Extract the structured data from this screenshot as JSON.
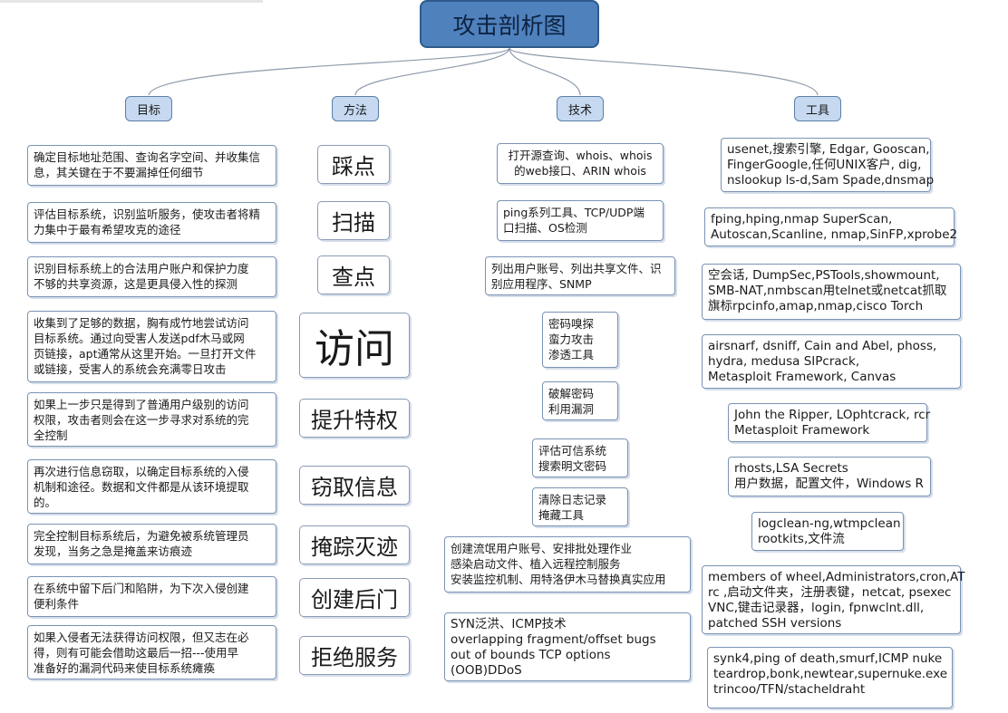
{
  "title": "攻击剖析图",
  "headers": {
    "goal": "目标",
    "method": "方法",
    "tech": "技术",
    "tool": "工具"
  },
  "goals": [
    [
      "确定目标地址范围、查询名字空间、并收集信",
      "息，其关键在于不要漏掉任何细节"
    ],
    [
      "评估目标系统，识别监听服务，使攻击者将精",
      "力集中于最有希望攻克的途径"
    ],
    [
      "识别目标系统上的合法用户账户和保护力度",
      "不够的共享资源，这是更具侵入性的探测"
    ],
    [
      "收集到了足够的数据，胸有成竹地尝试访问",
      "目标系统。通过向受害人发送pdf木马或网",
      "页链接，apt通常从这里开始。一旦打开文件",
      "或链接，受害人的系统会充满零日攻击"
    ],
    [
      "如果上一步只是得到了普通用户级别的访问",
      "权限，攻击者则会在这一步寻求对系统的完",
      "全控制"
    ],
    [
      "再次进行信息窃取，以确定目标系统的入侵",
      "机制和途径。数据和文件都是从该环境提取",
      "的。"
    ],
    [
      "完全控制目标系统后，为避免被系统管理员",
      "发现，当务之急是掩盖来访痕迹"
    ],
    [
      "在系统中留下后门和陷阱，为下次入侵创建",
      "便利条件"
    ],
    [
      "如果入侵者无法获得访问权限，但又志在必",
      "得，则有可能会借助这最后一招---使用早",
      "准备好的漏洞代码来使目标系统瘫痪"
    ]
  ],
  "methods": [
    "踩点",
    "扫描",
    "查点",
    "访问",
    "提升特权",
    "窃取信息",
    "掩踪灭迹",
    "创建后门",
    "拒绝服务"
  ],
  "techniques": [
    [
      "打开源查询、whois、whois",
      "的web接口、ARIN whois"
    ],
    [
      "ping系列工具、TCP/UDP端",
      "口扫描、OS检测"
    ],
    [
      "列出用户账号、列出共享文件、识",
      "别应用程序、SNMP"
    ],
    [
      "密码嗅探",
      "蛮力攻击",
      "渗透工具"
    ],
    [
      "破解密码",
      "利用漏洞"
    ],
    [
      "评估可信系统",
      "搜索明文密码"
    ],
    [
      "清除日志记录",
      "掩藏工具"
    ],
    [
      "创建流氓用户账号、安排批处理作业",
      "感染启动文件、植入远程控制服务",
      "安装监控机制、用特洛伊木马替换真实应用"
    ],
    [
      "SYN泛洪、ICMP技术",
      "overlapping fragment/offset bugs",
      "out of bounds TCP options",
      "(OOB)DDoS"
    ]
  ],
  "tools": [
    [
      "usenet,搜索引擎, Edgar, Gooscan,",
      "FingerGoogle,任何UNIX客户, dig,",
      "nslookup ls-d,Sam Spade,dnsmap"
    ],
    [
      "fping,hping,nmap SuperScan,",
      "Autoscan,Scanline, nmap,SinFP,xprobe2"
    ],
    [
      "空会话, DumpSec,PSTools,showmount,",
      "SMB-NAT,nmbscan用telnet或netcat抓取",
      "旗标rpcinfo,amap,nmap,cisco Torch"
    ],
    [
      "airsnarf, dsniff, Cain and Abel, phoss,",
      "hydra,  medusa  SIPcrack,",
      "Metasploit Framework, Canvas"
    ],
    [
      "John the Ripper, LOphtcrack, rcr",
      "Metasploit Framework"
    ],
    [
      "rhosts,LSA Secrets",
      "用户数据，配置文件，Windows R"
    ],
    [
      "logclean-ng,wtmpclean",
      "rootkits,文件流"
    ],
    [
      "members of wheel,Administrators,cron,AT",
      "rc ,启动文件夹，注册表键，netcat, psexec",
      "VNC,键击记录器，login, fpnwclnt.dll,",
      "patched SSH versions"
    ],
    [
      "synk4,ping of death,smurf,ICMP nuke",
      "teardrop,bonk,newtear,supernuke.exe",
      "trincoo/TFN/stacheldraht"
    ]
  ]
}
